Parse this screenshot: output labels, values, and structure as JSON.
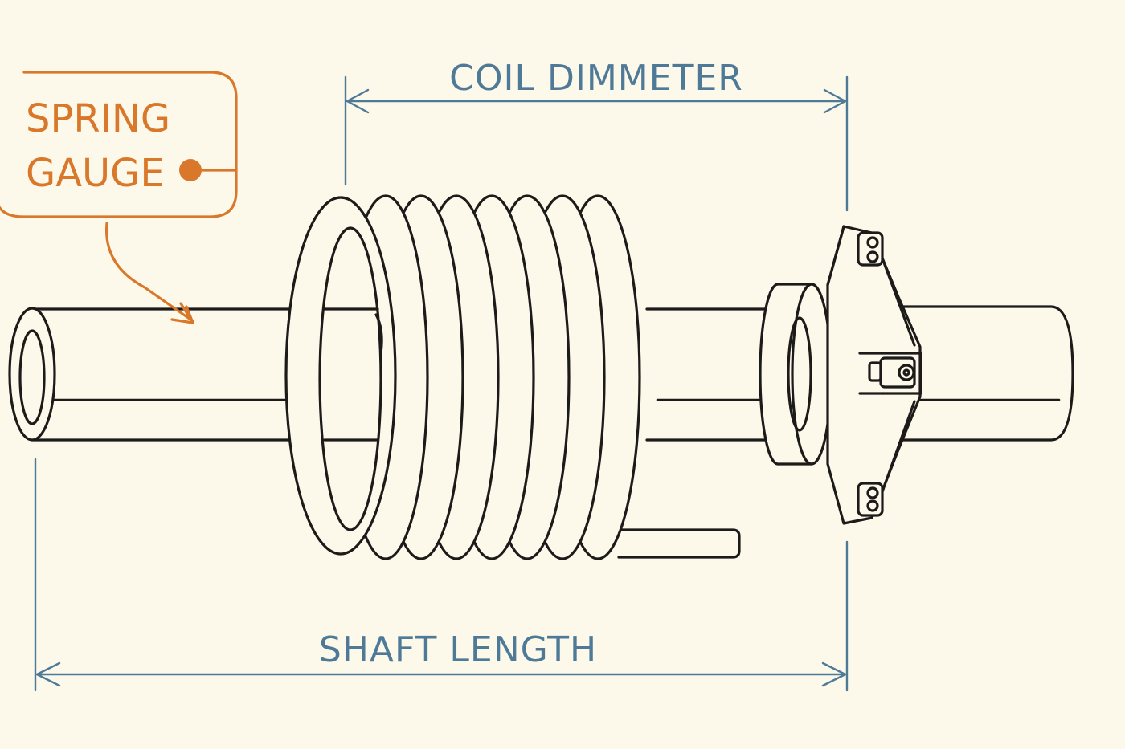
{
  "labels": {
    "coil_dimension": "COIL DIMMETER",
    "shaft_length": "SHAFT LENGTH",
    "callout_line1": "SPRING",
    "callout_line2": "GAUGE"
  },
  "colors": {
    "background": "#fcf8ea",
    "ink": "#1d1b1a",
    "dimension": "#4f7a97",
    "callout": "#d9782a"
  }
}
